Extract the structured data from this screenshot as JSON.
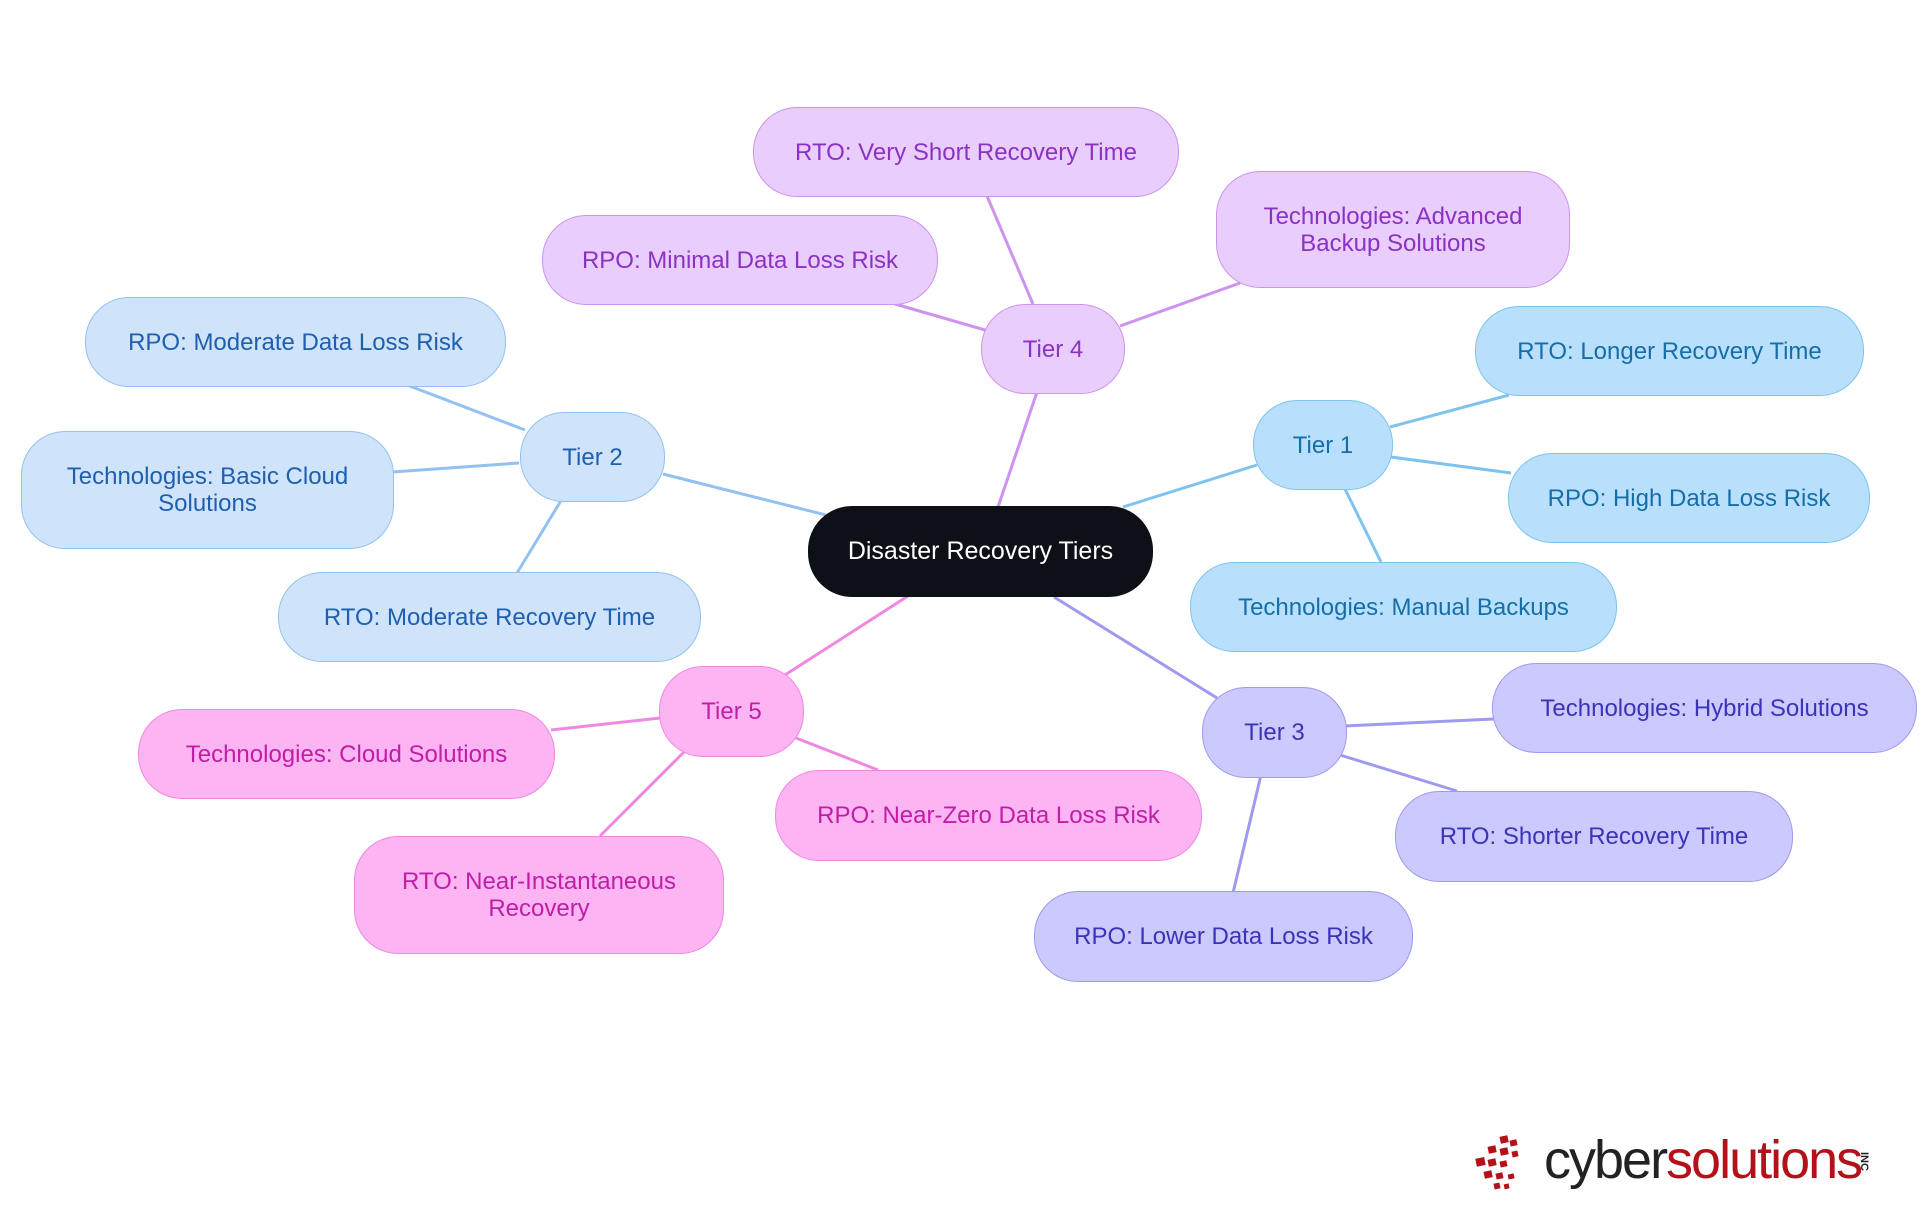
{
  "diagram": {
    "root": {
      "label": "Disaster Recovery Tiers"
    },
    "tiers": [
      {
        "label": "Tier 1",
        "color": "#7ec3ee",
        "children": [
          "RTO: Longer Recovery Time",
          "RPO: High Data Loss Risk",
          "Technologies: Manual Backups"
        ]
      },
      {
        "label": "Tier 2",
        "color": "#93c2f0",
        "children": [
          "RPO: Moderate Data Loss Risk",
          "Technologies: Basic Cloud Solutions",
          "RTO: Moderate Recovery Time"
        ]
      },
      {
        "label": "Tier 3",
        "color": "#9e9aef",
        "children": [
          "Technologies: Hybrid Solutions",
          "RTO: Shorter Recovery Time",
          "RPO: Lower Data Loss Risk"
        ]
      },
      {
        "label": "Tier 4",
        "color": "#cc94ef",
        "children": [
          "RTO: Very Short Recovery Time",
          "RPO: Minimal Data Loss Risk",
          "Technologies: Advanced Backup Solutions"
        ]
      },
      {
        "label": "Tier 5",
        "color": "#ef88e0",
        "children": [
          "Technologies: Cloud Solutions",
          "RPO: Near-Zero Data Loss Risk",
          "RTO: Near-Instantaneous Recovery"
        ]
      }
    ]
  },
  "logo": {
    "text_part1": "cyber",
    "text_part2": "solutions",
    "suffix": "INC"
  }
}
